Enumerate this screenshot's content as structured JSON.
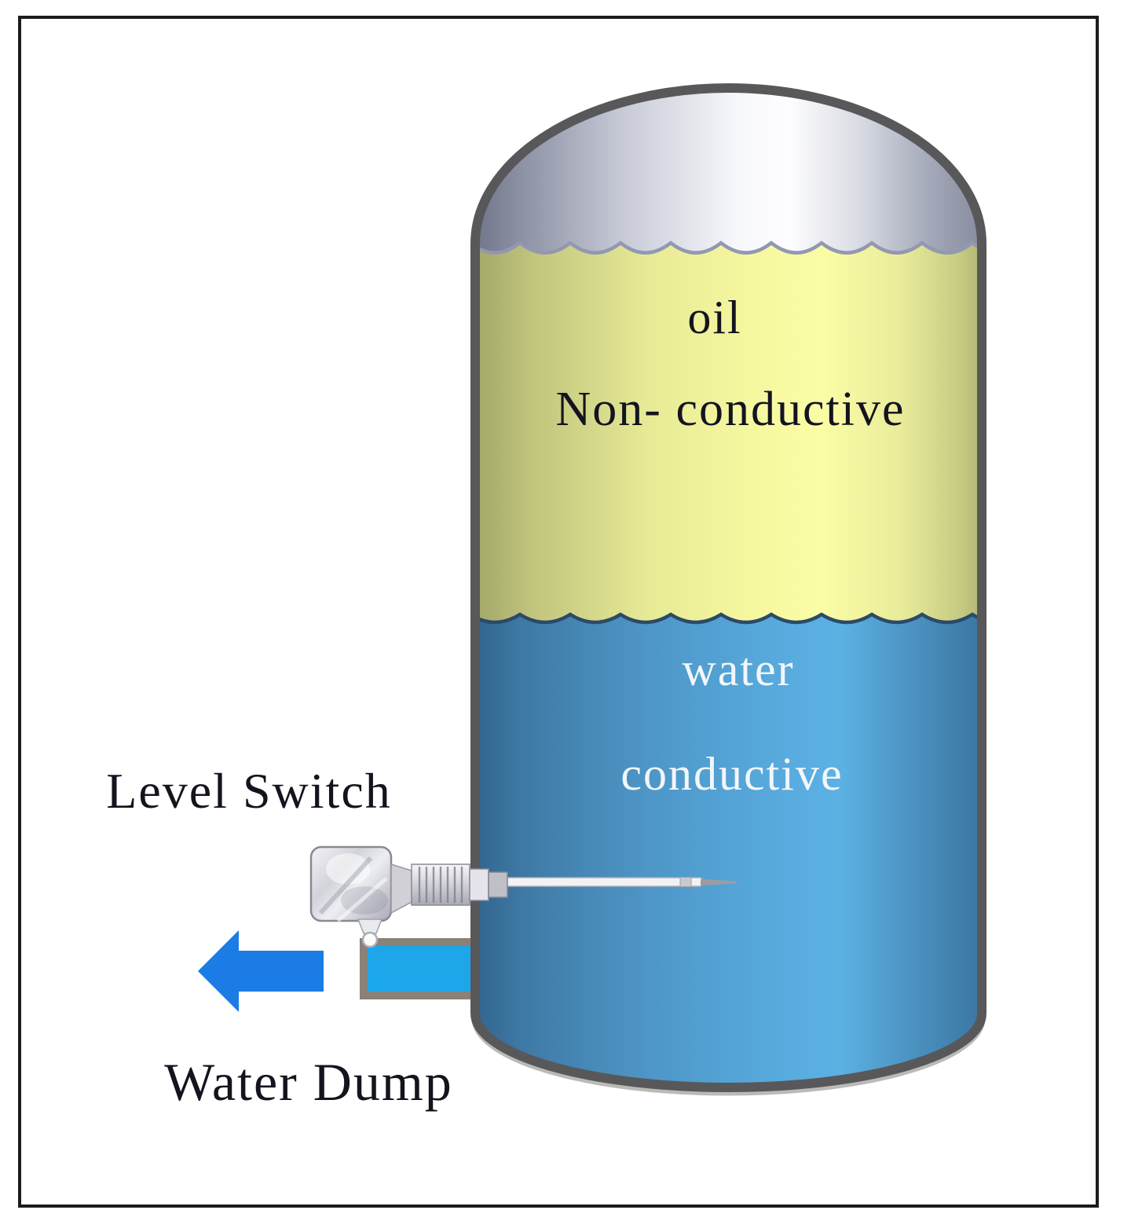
{
  "figure": {
    "type": "diagram",
    "description": "Oil-water separator tank with conductivity level switch and water dump outlet"
  },
  "tank": {
    "oil_label": "oil",
    "oil_property": "Non- conductive",
    "water_label": "water",
    "water_property": "conductive"
  },
  "labels": {
    "level_switch": "Level Switch",
    "water_dump": "Water Dump"
  },
  "colors": {
    "frame_border": "#1c1c1c",
    "tank_border": "#58585a",
    "dome_silver": "#d9dbe3",
    "oil_yellow": "#f4f69e",
    "water_blue": "#4f9bce",
    "outlet_water": "#1ea6ea",
    "arrow_blue": "#1b7ce6",
    "oil_text": "#14141f",
    "water_text": "#f2f6fa",
    "caption_text": "#14141f"
  }
}
